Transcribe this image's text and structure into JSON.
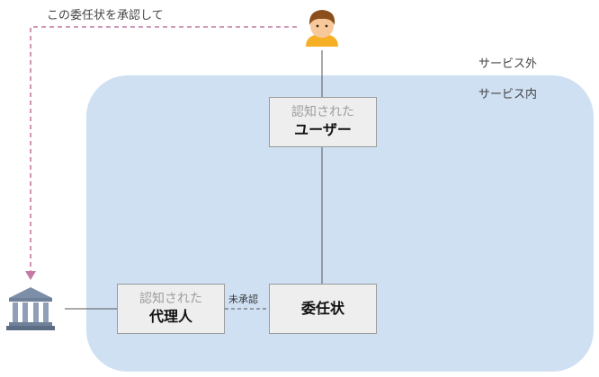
{
  "diagram": {
    "instruction_label": "この委任状を承認して",
    "zone_outside_label": "サービス外",
    "zone_inside_label": "サービス内",
    "nodes": {
      "user": {
        "sub": "認知された",
        "main": "ユーザー"
      },
      "agent": {
        "sub": "認知された",
        "main": "代理人"
      },
      "mandate": {
        "main": "委任状"
      }
    },
    "edge_unapproved_label": "未承認",
    "icons": {
      "user": "person-emoji",
      "institution": "bank-building-emoji"
    },
    "colors": {
      "zone_fill": "#cfe0f3",
      "node_fill": "#eeeeee",
      "dashed_arrow": "#c47aa4",
      "line": "#555555"
    }
  }
}
